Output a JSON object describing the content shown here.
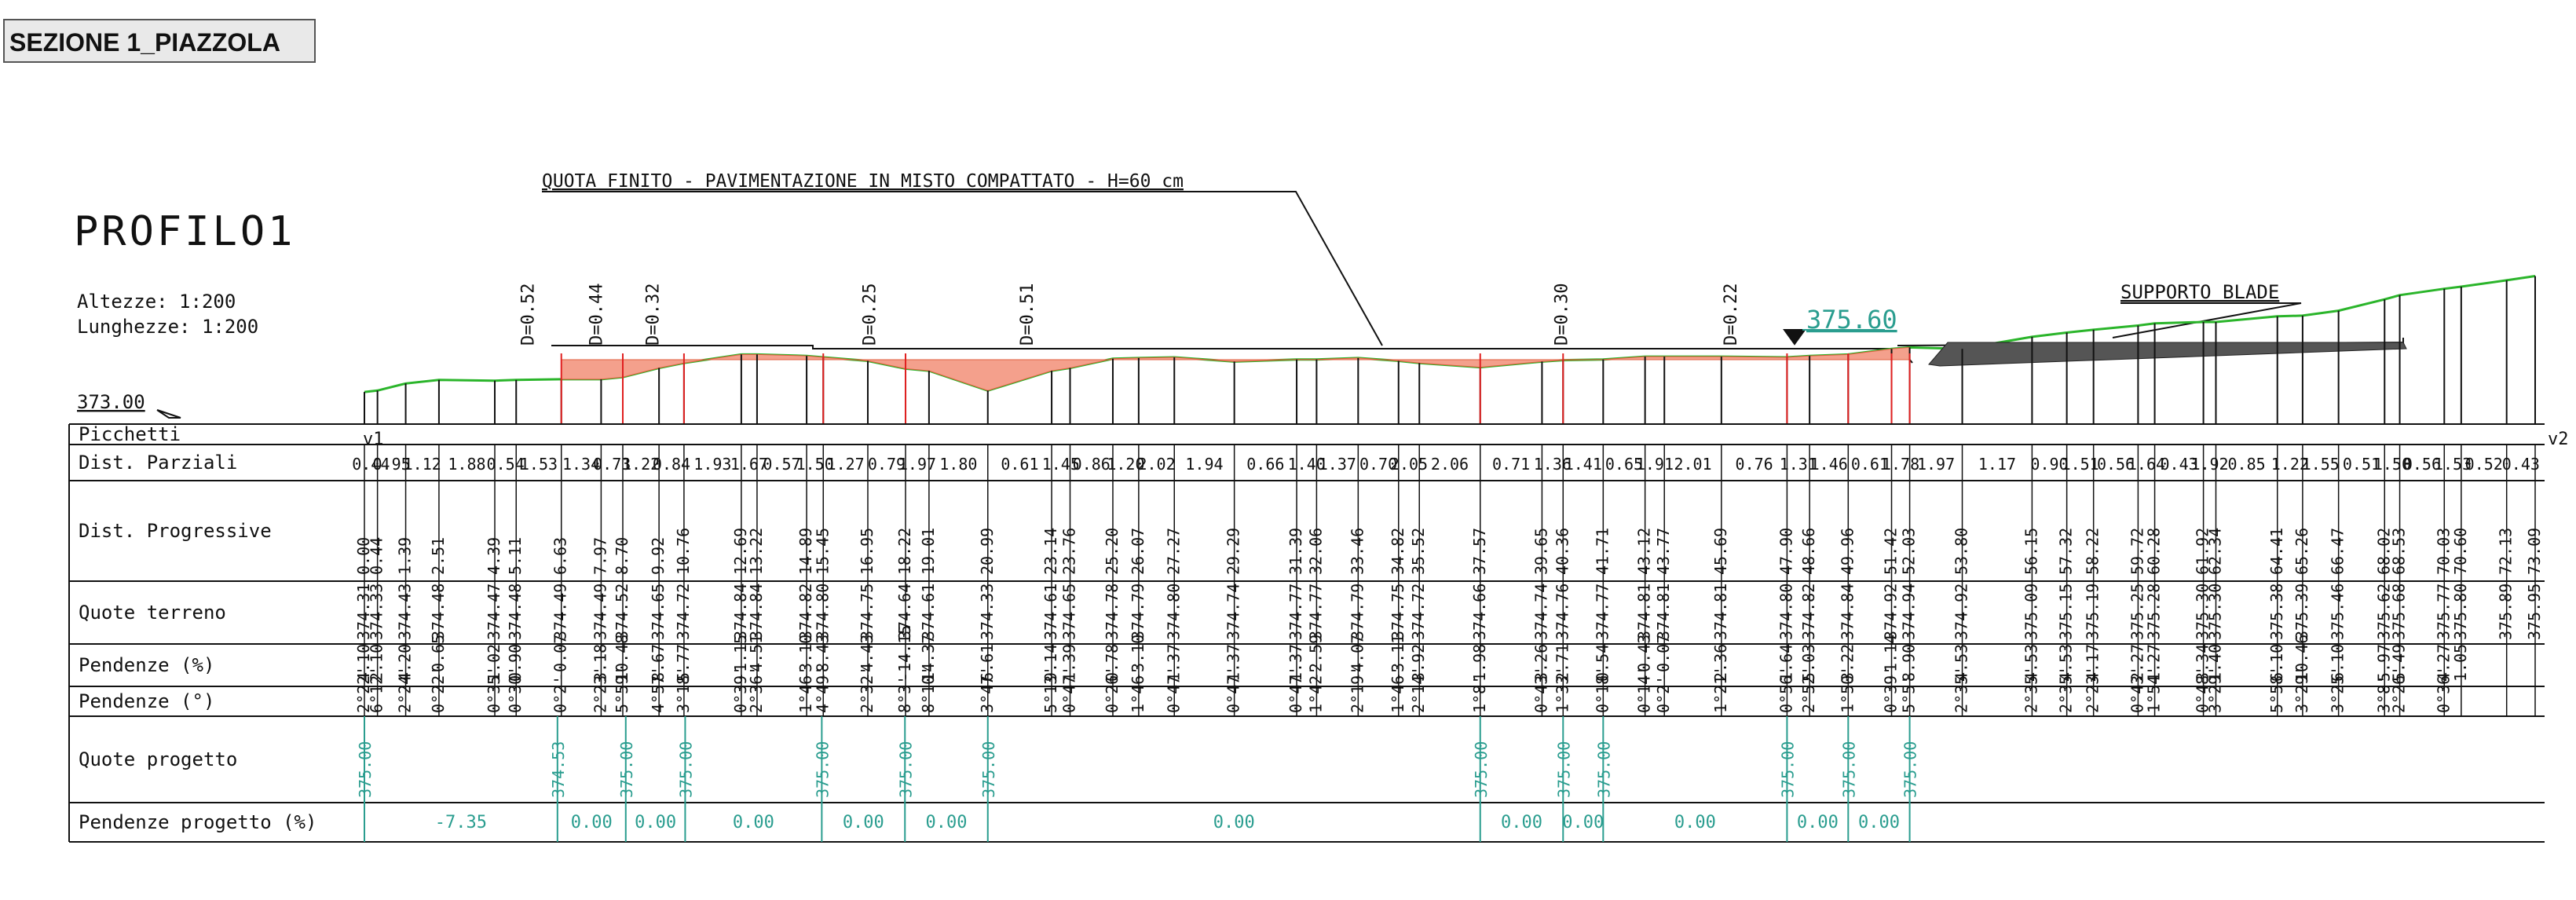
{
  "section_title": "SEZIONE 1_PIAZZOLA",
  "profile": {
    "name": "PROFILO1",
    "scale_heights": "Altezze:  1:200",
    "scale_lengths": "Lunghezze: 1:200",
    "datum": "373.00",
    "callout_finish": "QUOTA FINITO - PAVIMENTAZIONE IN MISTO COMPATTATO - H=60 cm",
    "callout_blade": "SUPPORTO BLADE",
    "elevation_marker": "375.60",
    "start_label": "v1",
    "end_label": "v2",
    "d_labels": [
      "D=0.52",
      "D=0.44",
      "D=0.32",
      "D=0.25",
      "D=0.51",
      "D=0.30",
      "D=0.22"
    ]
  },
  "table": {
    "rows": [
      "Picchetti",
      "Dist. Parziali",
      "Dist. Progressive",
      "Quote terreno",
      "Pendenze (%)",
      "Pendenze (°)",
      "Quote progetto",
      "Pendenze progetto (%)"
    ],
    "dist_parziali": [
      "0.44",
      "0.95",
      "1.12",
      "1.88",
      "0.54",
      "1.53",
      "1.34",
      "0.73",
      "1.22",
      "0.84",
      "1.93",
      "1.67",
      "0.57",
      "1.50",
      "1.27",
      "0.79",
      "1.97",
      "1.80",
      "0.61",
      "1.45",
      "0.86",
      "1.20",
      "2.02",
      "1.94",
      "0.66",
      "1.40",
      "1.37",
      "0.70",
      "2.05",
      "2.06",
      "0.71",
      "1.36",
      "1.41",
      "0.65",
      "1.91",
      "2.01",
      "0.76",
      "1.31",
      "1.46",
      "0.61",
      "1.78",
      "1.97",
      "1.17",
      "0.90",
      "1.51",
      "0.56",
      "1.64",
      "0.43",
      "1.92",
      "0.85",
      "1.22",
      "1.55",
      "0.51",
      "1.50",
      "0.56",
      "1.53",
      "0.52",
      "0.43"
    ],
    "dist_progressive": [
      "0.00",
      "0.44",
      "1.39",
      "2.51",
      "4.39",
      "5.11",
      "6.63",
      "7.97",
      "8.70",
      "9.92",
      "10.76",
      "12.69",
      "13.22",
      "14.89",
      "15.45",
      "16.95",
      "18.22",
      "19.01",
      "20.99",
      "23.14",
      "23.76",
      "25.20",
      "26.07",
      "27.27",
      "29.29",
      "31.39",
      "32.06",
      "33.46",
      "34.82",
      "35.52",
      "37.57",
      "39.65",
      "40.36",
      "41.71",
      "43.12",
      "43.77",
      "45.69",
      "47.90",
      "48.66",
      "49.96",
      "51.42",
      "52.03",
      "53.80",
      "56.15",
      "57.32",
      "58.22",
      "59.72",
      "60.28",
      "61.92",
      "62.34",
      "64.41",
      "65.26",
      "66.47",
      "68.02",
      "68.53",
      "70.03",
      "70.60",
      "72.13",
      "73.09"
    ],
    "quote_terreno": [
      "374.31",
      "374.33",
      "374.43",
      "374.48",
      "374.47",
      "374.48",
      "374.49",
      "374.49",
      "374.52",
      "374.65",
      "374.72",
      "374.84",
      "374.84",
      "374.82",
      "374.80",
      "374.75",
      "374.64",
      "374.61",
      "374.33",
      "374.61",
      "374.65",
      "374.78",
      "374.79",
      "374.80",
      "374.74",
      "374.77",
      "374.77",
      "374.79",
      "374.75",
      "374.72",
      "374.66",
      "374.74",
      "374.76",
      "374.77",
      "374.81",
      "374.81",
      "374.81",
      "374.80",
      "374.82",
      "374.84",
      "374.92",
      "374.94",
      "374.92",
      "375.09",
      "375.15",
      "375.19",
      "375.25",
      "375.28",
      "375.30",
      "375.30",
      "375.38",
      "375.39",
      "375.46",
      "375.62",
      "375.68",
      "375.77",
      "375.80",
      "375.89",
      "375.95"
    ],
    "pendenze_pct": [
      "4.10",
      "2.10",
      "4.20",
      "-0.65",
      "1.02",
      "0.90",
      "-0.07",
      "3.18",
      "10.48",
      "8.67",
      "5.77",
      "-1.15",
      "-4.51",
      "-3.10",
      "-8.43",
      "-4.43",
      "-14.15",
      "14.37",
      "6.61",
      "9.14",
      "1.39",
      "0.78",
      "-3.10",
      "1.37",
      "1.37",
      "1.37",
      "-2.59",
      "-4.07",
      "-3.11",
      "3.92",
      "1.98",
      "3.26",
      "2.71",
      "0.54",
      "-0.43",
      "-0.07",
      "2.36",
      "1.64",
      "5.03",
      "3.22",
      "-1.14",
      "8.90",
      "4.53",
      "4.53",
      "4.53",
      "4.17",
      "2.27",
      "1.27",
      "3.34",
      "1.40",
      "6.10",
      "10.46",
      "6.10",
      "5.97",
      "5.49",
      "4.27",
      "1.05"
    ],
    "pendenze_deg": [
      "2°22'",
      "6°12'",
      "2°24'",
      "0°22'",
      "0°35'",
      "0°30'",
      "0°2'",
      "2°23'",
      "5°59'",
      "4°57'",
      "3°18'",
      "0°39'",
      "2°36'",
      "1°46'",
      "4°49'",
      "2°32'",
      "8°3'",
      "8°10'",
      "3°47'",
      "5°13'",
      "0°47'",
      "0°26'",
      "1°46'",
      "0°47'",
      "0°47'",
      "0°47'",
      "1°42'",
      "2°19'",
      "1°46'",
      "2°14'",
      "1°8'",
      "0°43'",
      "1°33'",
      "0°18'",
      "0°14'",
      "0°2'",
      "1°21'",
      "0°56'",
      "2°52'",
      "1°50'",
      "0°39'",
      "5°5'",
      "2°35'",
      "2°35'",
      "2°35'",
      "2°23'",
      "0°43'",
      "1°54'",
      "0°48'",
      "3°29'",
      "5°58'",
      "3°29'",
      "3°25'",
      "3°8'",
      "2°26'",
      "0°36'"
    ],
    "quote_progetto": [
      "375.00",
      "374.53",
      "375.00",
      "375.00",
      "375.00",
      "375.00",
      "375.00",
      "375.00",
      "375.00",
      "375.00",
      "375.00",
      "375.00",
      "375.00"
    ],
    "pendenze_progetto": [
      "-7.35",
      "0.00",
      "0.00",
      "0.00",
      "0.00",
      "0.00",
      "0.00",
      "0.00",
      "0.00",
      "0.00",
      "0.00",
      "0.00"
    ]
  }
}
